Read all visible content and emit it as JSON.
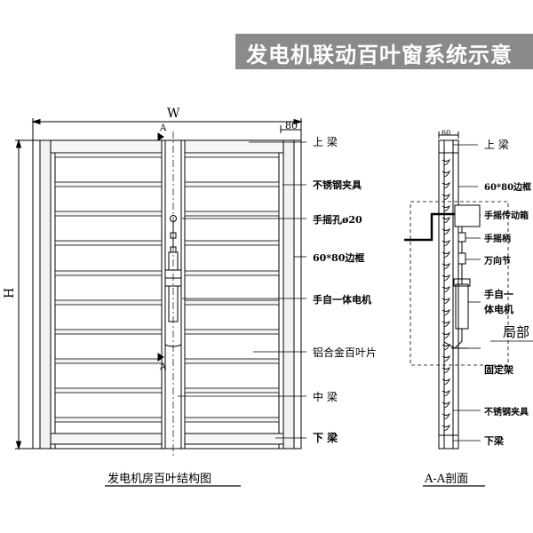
{
  "title": "发电机联动百叶窗系统示意",
  "front_view": {
    "caption": "发电机房百叶结构图",
    "width_label": "W",
    "height_label": "H",
    "frame_dim": "80",
    "section_mark": "A",
    "labels": {
      "top_beam": "上 梁",
      "clamp": "不锈钢夹具",
      "crank_hole": "手摇孔ø20",
      "frame": "60*80边框",
      "motor": "手自一体电机",
      "louver": "铝合金百叶片",
      "mid_beam": "中 梁",
      "bottom_beam": "下 梁"
    }
  },
  "section_view": {
    "caption": "A-A剖面",
    "top_dim": "60",
    "detail_label": "局部",
    "labels": {
      "top_beam": "上 梁",
      "frame": "60*80边框",
      "crank_box": "手摇传动箱",
      "crank_handle": "手摇柄",
      "universal_joint": "万向节",
      "motor_line1": "手自一",
      "motor_line2": "体电机",
      "bracket": "固定架",
      "clamp": "不锈钢夹具",
      "bottom_beam": "下梁"
    }
  }
}
